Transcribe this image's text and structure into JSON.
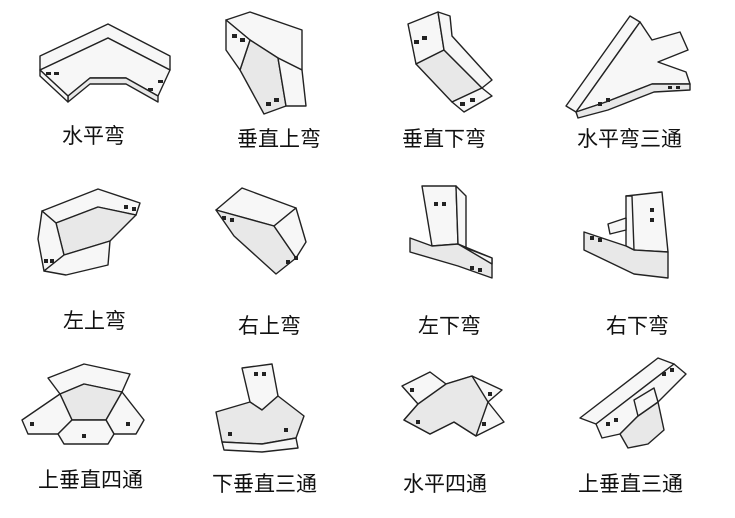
{
  "items": [
    {
      "label": "水平弯",
      "icon": "horizontal-elbow"
    },
    {
      "label": "垂直上弯",
      "icon": "vertical-up-elbow"
    },
    {
      "label": "垂直下弯",
      "icon": "vertical-down-elbow"
    },
    {
      "label": "水平弯三通",
      "icon": "horizontal-tee"
    },
    {
      "label": "左上弯",
      "icon": "left-up-elbow"
    },
    {
      "label": "右上弯",
      "icon": "right-up-elbow"
    },
    {
      "label": "左下弯",
      "icon": "left-down-elbow"
    },
    {
      "label": "右下弯",
      "icon": "right-down-elbow"
    },
    {
      "label": "上垂直四通",
      "icon": "up-vertical-cross"
    },
    {
      "label": "下垂直三通",
      "icon": "down-vertical-tee"
    },
    {
      "label": "水平四通",
      "icon": "horizontal-cross"
    },
    {
      "label": "上垂直三通",
      "icon": "up-vertical-tee"
    }
  ]
}
